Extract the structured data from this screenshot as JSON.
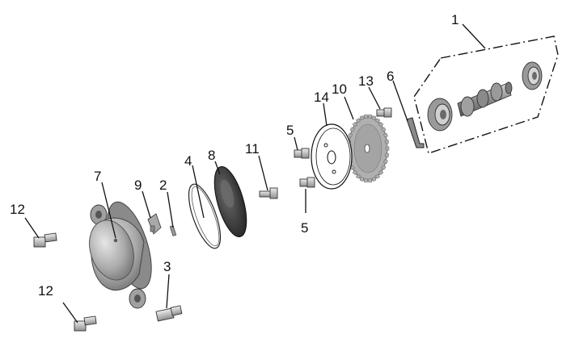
{
  "callouts": {
    "c1": "1",
    "c2": "2",
    "c3": "3",
    "c4": "4",
    "c5a": "5",
    "c5b": "5",
    "c6": "6",
    "c7": "7",
    "c8": "8",
    "c9": "9",
    "c10": "10",
    "c11": "11",
    "c12a": "12",
    "c12b": "12",
    "c13": "13",
    "c14": "14"
  },
  "colors": {
    "metal_light": "#d4d4d4",
    "metal_mid": "#a8a8a8",
    "metal_dark": "#6e6e6e",
    "gasket_dark": "#3a3a3a",
    "line": "#111111"
  }
}
